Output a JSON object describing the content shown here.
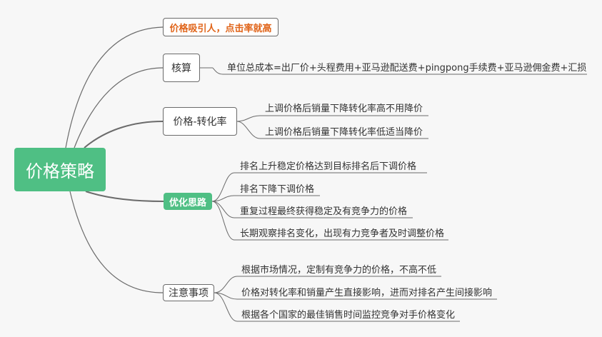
{
  "root": {
    "label": "价格策略"
  },
  "branches": [
    {
      "label": "价格吸引人，点击率就高",
      "style": "orange",
      "children": []
    },
    {
      "label": "核算",
      "style": "box",
      "children": [
        "单位总成本=出厂价+头程费用+亚马逊配送费+pingpong手续费+亚马逊佣金费+汇损"
      ]
    },
    {
      "label": "价格-转化率",
      "style": "box",
      "children": [
        "上调价格后销量下降转化率高不用降价",
        "上调价格后销量下降转化率低适当降价"
      ]
    },
    {
      "label": "优化思路",
      "style": "green",
      "children": [
        "排名上升稳定价格达到目标排名后下调价格",
        "排名下降下调价格",
        "重复过程最终获得稳定及有竞争力的价格",
        "长期观察排名变化，出现有力竞争者及时调整价格"
      ]
    },
    {
      "label": "注意事项",
      "style": "box",
      "children": [
        "根据市场情况，定制有竞争力的价格，不高不低",
        "价格对转化率和销量产生直接影响，进而对排名产生间接影响",
        "根据各个国家的最佳销售时间监控竞争对手价格变化"
      ]
    }
  ],
  "colors": {
    "root": "#4fbf84",
    "accent": "#e06419",
    "line": "#6b6b6b"
  }
}
